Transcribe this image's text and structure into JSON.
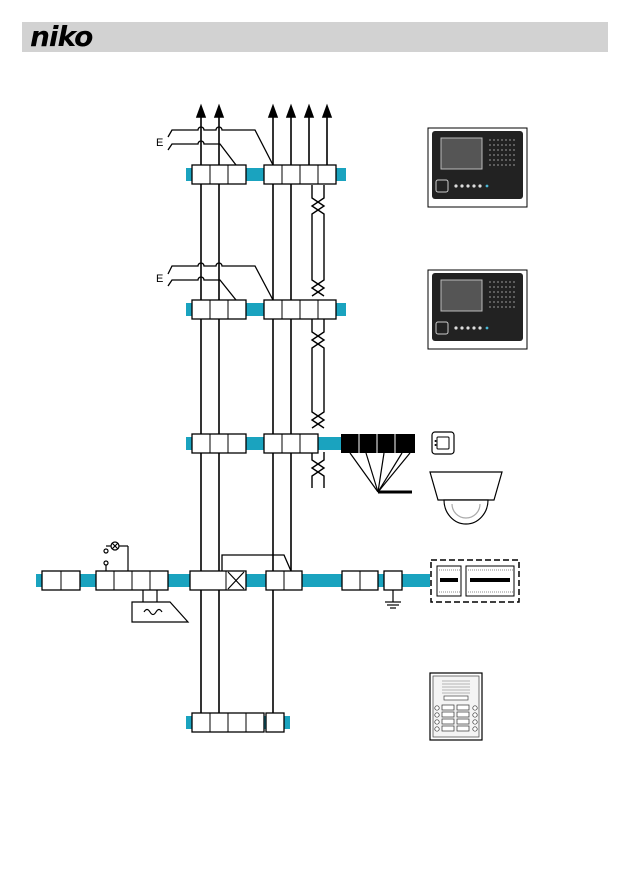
{
  "header": {
    "brand": "niko"
  },
  "diagram": {
    "labels": {
      "earth_top": "E",
      "earth_mid": "E"
    },
    "colors": {
      "bus": "#1aa3bf",
      "header_bg": "#d2d2d2",
      "ink": "#000000",
      "monitor_frame": "#444444"
    },
    "devices": [
      {
        "name": "video-monitor",
        "icon": "monitor-icon"
      },
      {
        "name": "video-monitor",
        "icon": "monitor-icon"
      },
      {
        "name": "camera-module",
        "icon": "camera-icon"
      },
      {
        "name": "dome-camera",
        "icon": "dome-camera-icon"
      },
      {
        "name": "din-rail-power-supply",
        "icon": "power-supply-icon"
      },
      {
        "name": "door-entry-panel",
        "icon": "door-panel-icon"
      }
    ]
  }
}
